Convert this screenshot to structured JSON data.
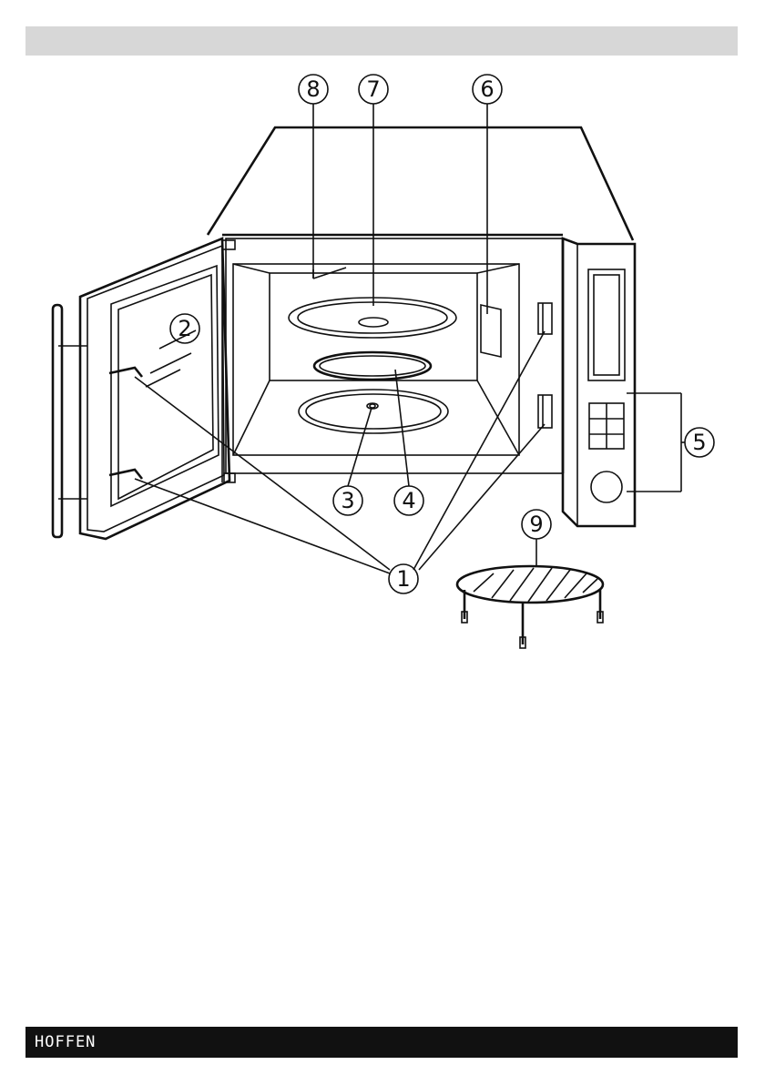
{
  "callouts": {
    "c1": "1",
    "c2": "2",
    "c3": "3",
    "c4": "4",
    "c5": "5",
    "c6": "6",
    "c7": "7",
    "c8": "8",
    "c9": "9"
  },
  "footer": {
    "brand": "HOFFEN"
  }
}
